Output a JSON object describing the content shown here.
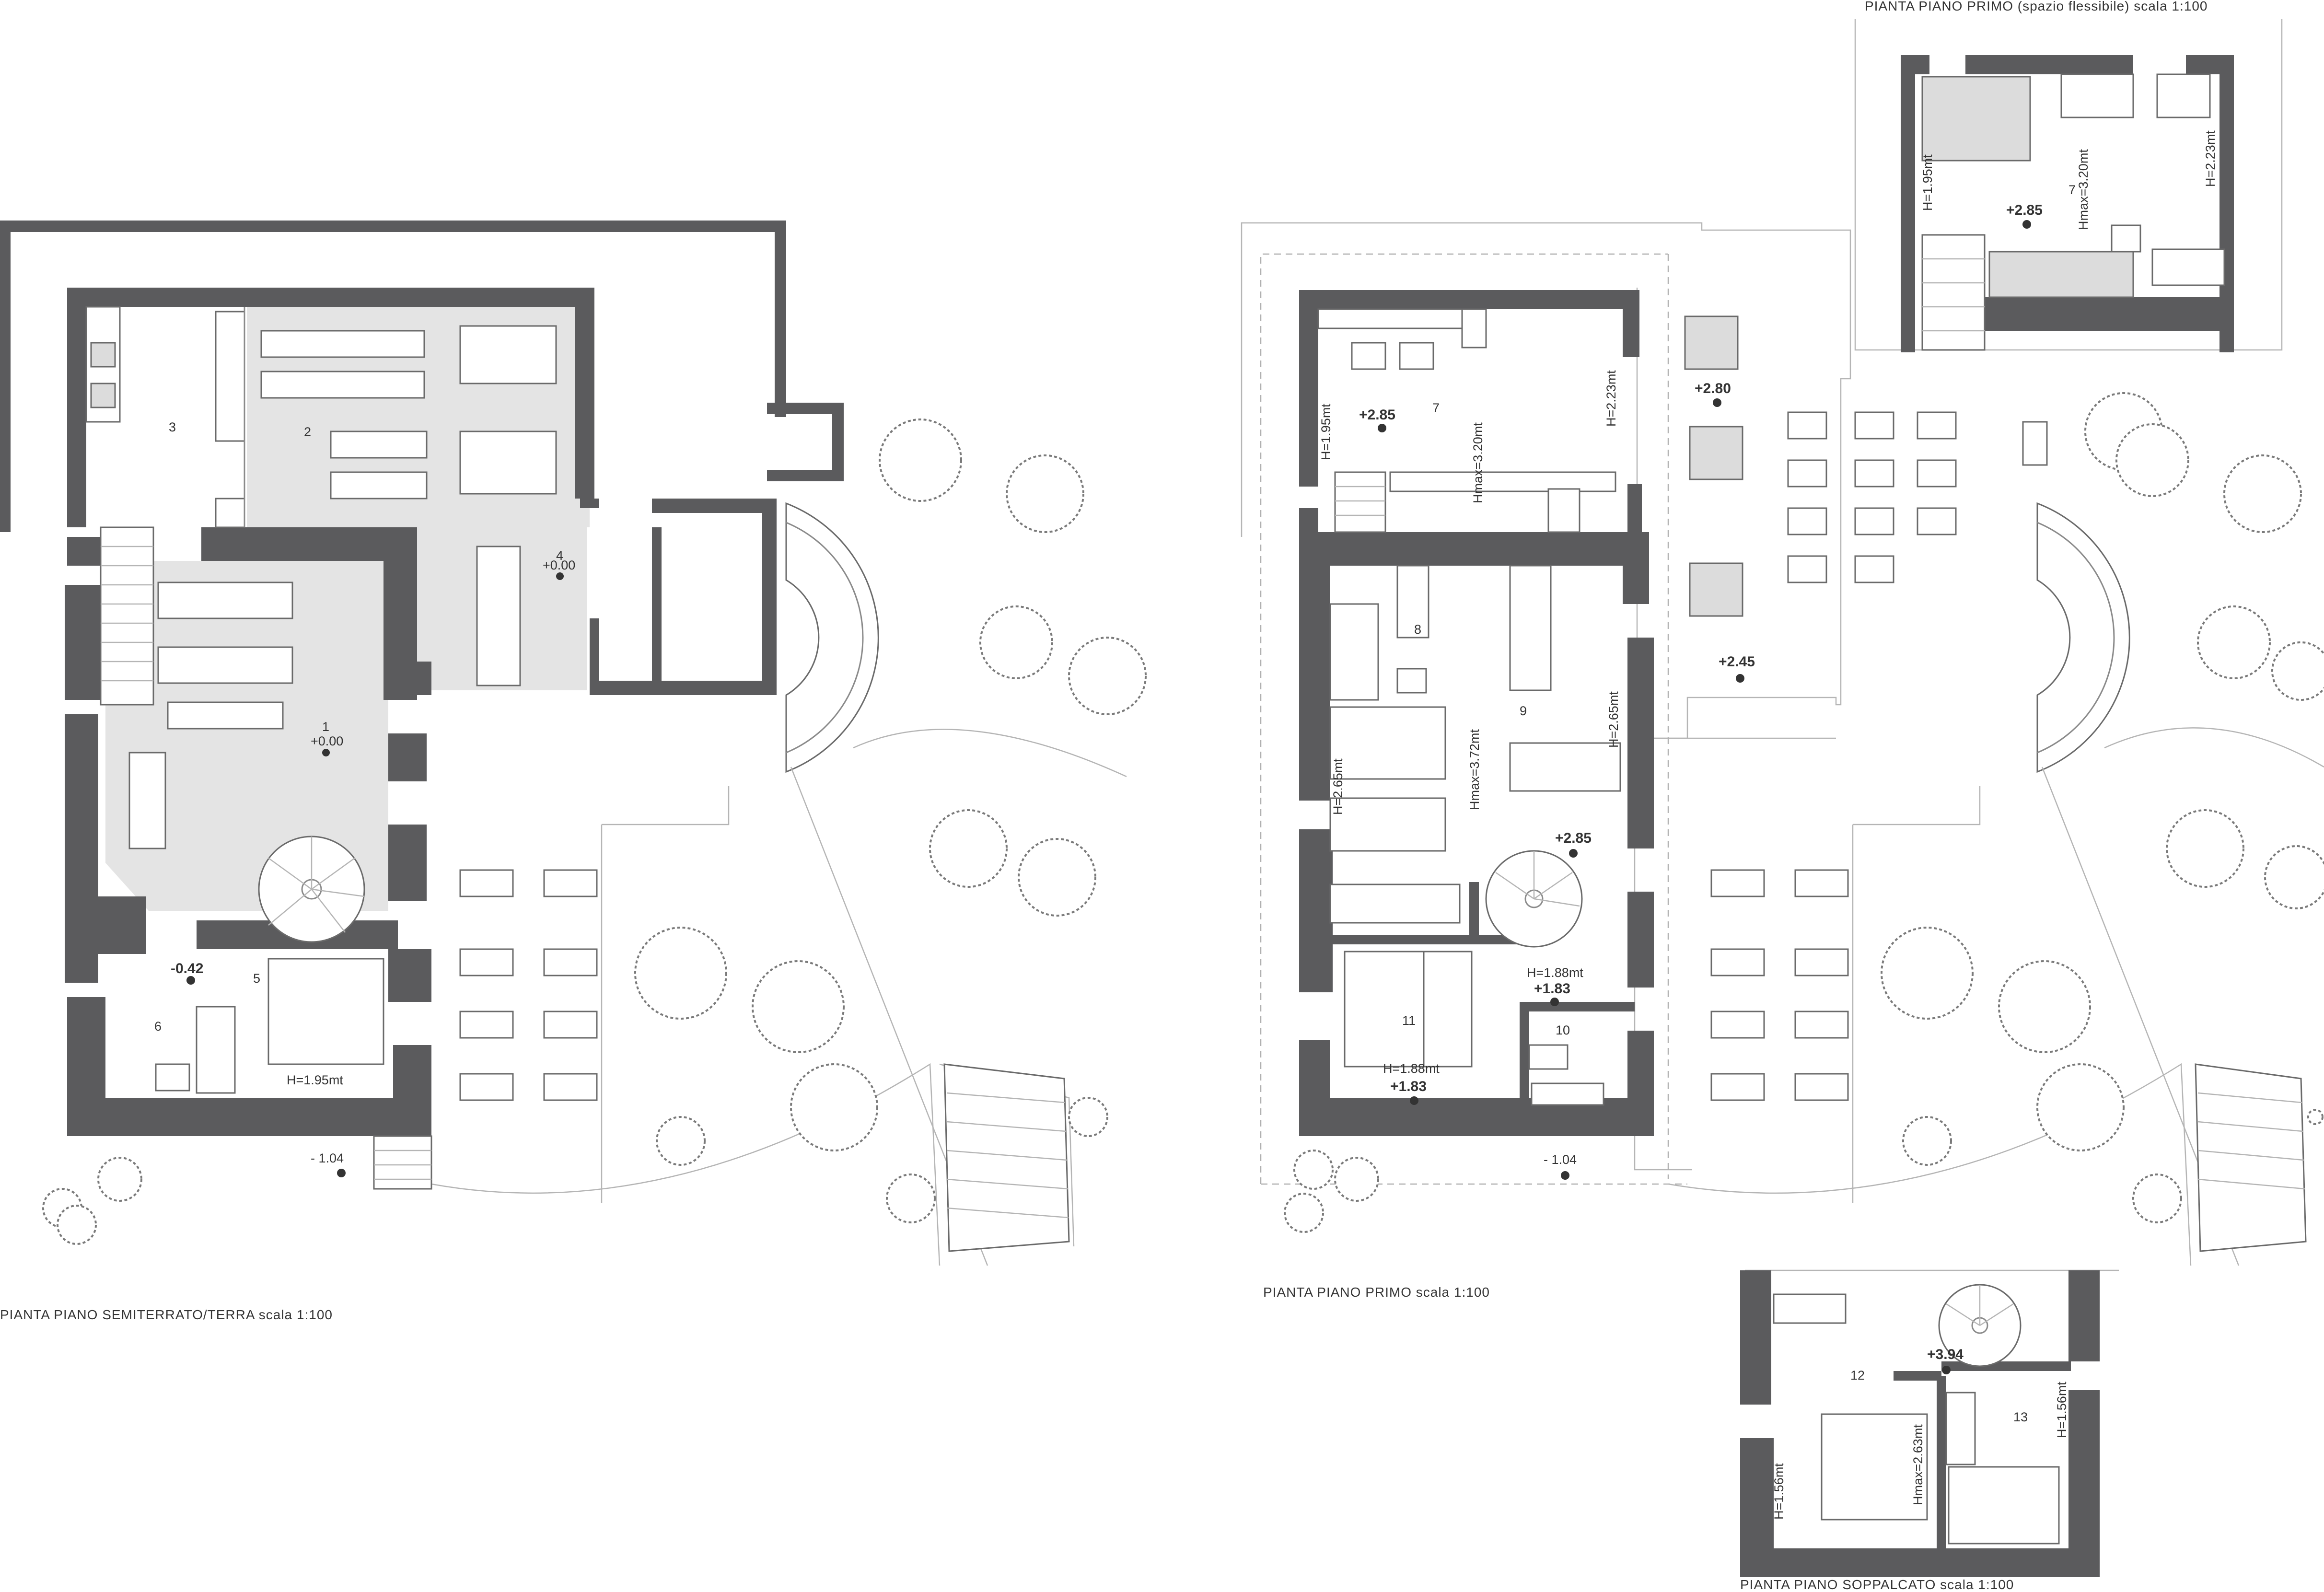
{
  "captions": {
    "ground": "PIANTA PIANO SEMITERRATO/TERRA scala 1:100",
    "first": "PIANTA PIANO PRIMO scala 1:100",
    "first_flex": "PIANTA PIANO PRIMO (spazio flessibile) scala 1:100",
    "loft": "PIANTA PIANO SOPPALCATO scala 1:100"
  },
  "rooms": {
    "r1": "1",
    "r2": "2",
    "r3": "3",
    "r4": "4",
    "r5": "5",
    "r6": "6",
    "r7": "7",
    "r7b": "7",
    "r8": "8",
    "r9": "9",
    "r10": "10",
    "r11": "11",
    "r12": "12",
    "r13": "13"
  },
  "levels": {
    "g1": "+0.00",
    "g4": "+0.00",
    "g5": "-0.42",
    "g_out": "- 1.04",
    "f7": "+2.85",
    "f_terrace": "+2.80",
    "f_terrace2": "+2.45",
    "f9": "+2.85",
    "f10": "+1.83",
    "f11": "+1.83",
    "f_out": "- 1.04",
    "flex7": "+2.85",
    "loft": "+3.94"
  },
  "heights": {
    "g5": "H=1.95mt",
    "f7a": "H=1.95mt",
    "f7b": "Hmax=3.20mt",
    "f7c": "H=2.23mt",
    "f9a": "H=2.65mt",
    "f9b": "Hmax=3.72mt",
    "f9c": "H=2.65mt",
    "f10": "H=1.88mt",
    "f11": "H=1.88mt",
    "x1": "H=1.95mt",
    "x2": "Hmax=3.20mt",
    "x3": "H=2.23mt",
    "l1": "H=1.56mt",
    "l2": "Hmax=2.63mt",
    "l3": "H=1.56mt"
  },
  "colors": {
    "wall": "#5b5b5d",
    "floor_shade": "#e4e4e4",
    "text": "#333333"
  }
}
